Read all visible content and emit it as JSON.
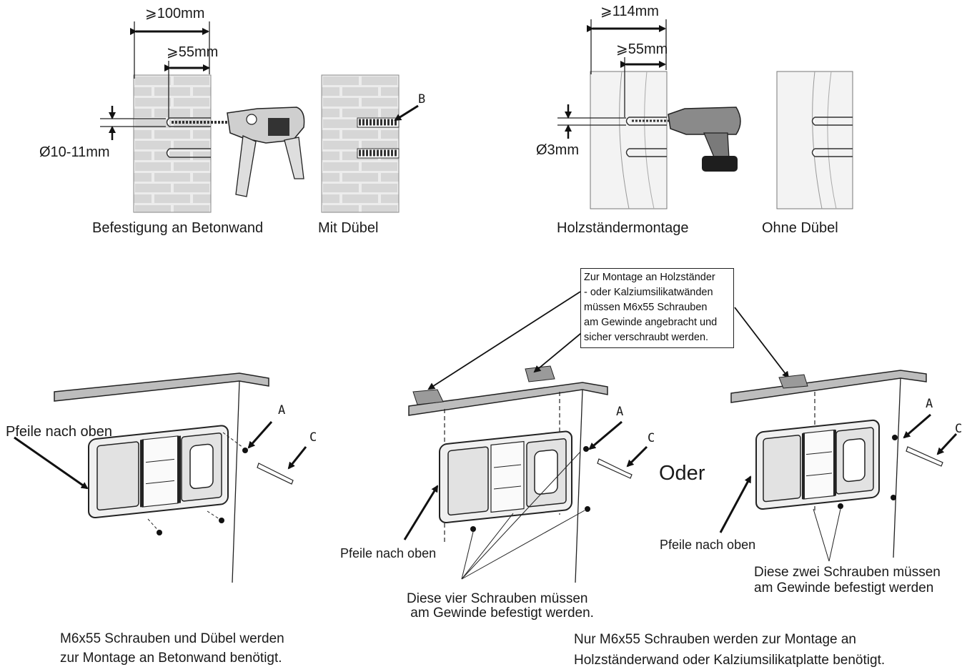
{
  "top_left": {
    "dim_outer": "⩾100mm",
    "dim_inner": "⩾55mm",
    "diameter": "Ø10-11mm",
    "caption_wall": "Befestigung an Betonwand",
    "caption_dowel": "Mit Dübel",
    "label_b": "B"
  },
  "top_right": {
    "dim_outer": "⩾114mm",
    "dim_inner": "⩾55mm",
    "diameter": "Ø3mm",
    "caption_wood": "Holzständermontage",
    "caption_nodowel": "Ohne Dübel"
  },
  "note": {
    "lines": [
      "Zur Montage an Holzständer",
      "- oder  Kalziumsilikatwänden",
      "  müssen  M6x55 Schrauben",
      "  am Gewinde angebracht und",
      "sicher verschraubt werden."
    ]
  },
  "bottom_left": {
    "arrows_up": "Pfeile nach oben",
    "label_a": "A",
    "label_c": "C",
    "note_line1": "M6x55 Schrauben und Dübel werden",
    "note_line2": "zur Montage an Betonwand benötigt."
  },
  "bottom_middle": {
    "arrows_up": "Pfeile nach oben",
    "label_a": "A",
    "label_c": "C",
    "screws_line1": "Diese vier Schrauben müssen",
    "screws_line2": " am Gewinde befestigt werden.",
    "oder": "Oder"
  },
  "bottom_right": {
    "arrows_up": "Pfeile nach oben",
    "label_a": "A",
    "label_c": "C",
    "screws_line1": "Diese zwei Schrauben müssen",
    "screws_line2": "am Gewinde befestigt werden"
  },
  "bottom_note_right": {
    "line1": "Nur M6x55 Schrauben werden zur Montage an",
    "line2": "Holzständerwand oder Kalziumsilikatplatte benötigt."
  }
}
